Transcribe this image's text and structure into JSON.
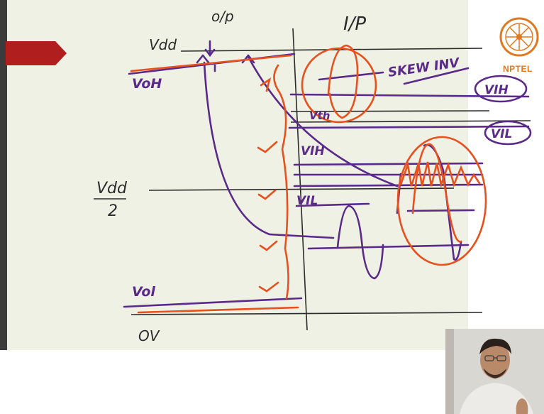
{
  "labels": {
    "op": "o/p",
    "ip": "I/P",
    "vdd": "Vdd",
    "voh": "VoH",
    "vdd_half_top": "Vdd",
    "vdd_half_bottom": "2",
    "vol": "Vol",
    "zero_v": "OV",
    "skew_inv": "SKEW INV",
    "vth": "Vth",
    "vih": "VIH",
    "vil": "VIL",
    "vih_circle": "VIH",
    "vil_circle": "VIL"
  },
  "logo": {
    "text": "NPTEL"
  },
  "colors": {
    "purple": "#5a2a8a",
    "orange": "#e8501e",
    "ink": "#2b2b2b",
    "board": "#eef1e4",
    "marker": "#b01e1e"
  }
}
